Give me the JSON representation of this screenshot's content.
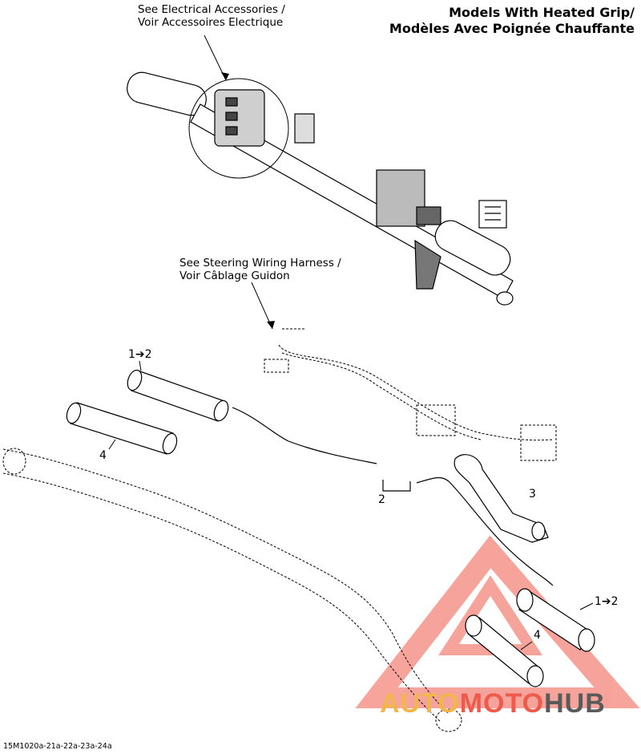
{
  "header": {
    "title_line1": "Models With Heated Grip/",
    "title_line2": "Modèles Avec Poignée Chauffante"
  },
  "callouts": {
    "electrical_line1": "See Electrical Accessories /",
    "electrical_line2": "Voir Accessoires Electrique",
    "harness_line1": "See Steering Wiring Harness /",
    "harness_line2": "Voir Câblage Guidon"
  },
  "part_labels": {
    "grip_left_ref": "1➔2",
    "sleeve_left_ref": "4",
    "wire_ref": "2",
    "tube_ref": "3",
    "grip_right_ref": "1➔2",
    "sleeve_right_ref": "4"
  },
  "footer": {
    "drawing_ref": "15M1020a-21a-22a-23a-24a"
  },
  "watermark": {
    "part1": "AUTO",
    "part2": "MOTO",
    "part3": "HUB",
    "color1": "#f3b64a",
    "color2": "#ef5a4a",
    "color3": "#5a5a5a"
  }
}
